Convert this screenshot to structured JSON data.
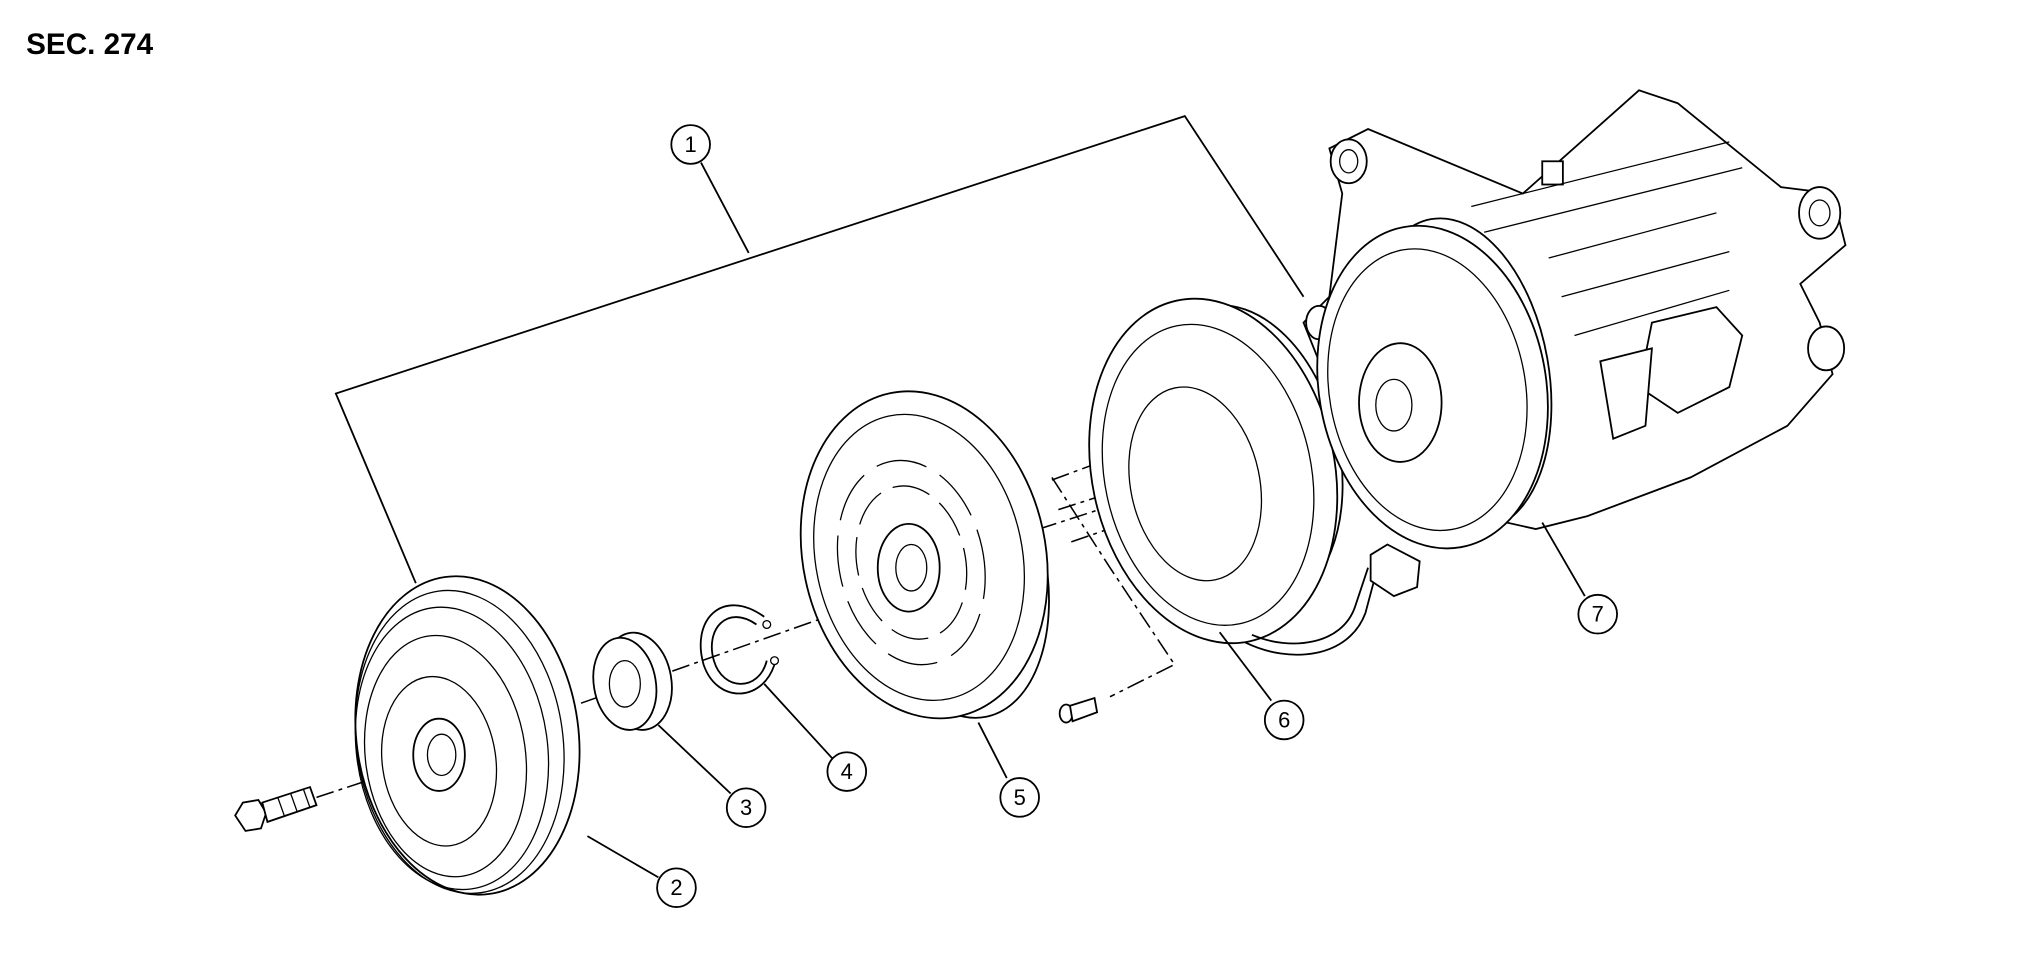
{
  "section_label": "SEC. 274",
  "callouts": [
    "1",
    "2",
    "3",
    "4",
    "5",
    "6",
    "7"
  ],
  "colors": {
    "ink": "#000000",
    "paper": "#ffffff"
  }
}
